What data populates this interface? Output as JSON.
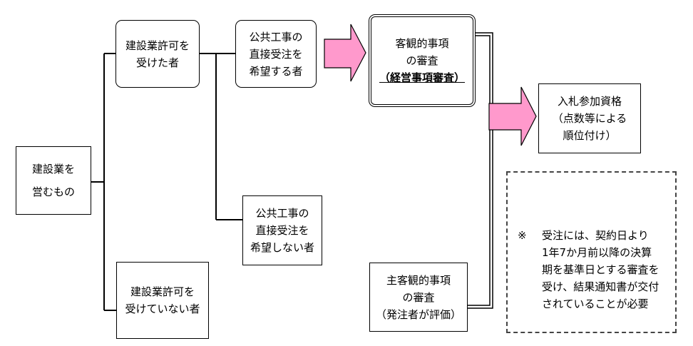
{
  "boxes": {
    "entity": {
      "lines": [
        "建設業を",
        "営むもの"
      ]
    },
    "licensed": {
      "lines": [
        "建設業許可を",
        "受けた者"
      ]
    },
    "unlicensed": {
      "lines": [
        "建設業許可を",
        "受けていない者"
      ]
    },
    "want_public": {
      "lines": [
        "公共工事の",
        "直接受注を",
        "希望する者"
      ]
    },
    "no_public": {
      "lines": [
        "公共工事の",
        "直接受注を",
        "希望しない者"
      ]
    },
    "review": {
      "lines": [
        "客観的事項",
        "の審査"
      ],
      "emphasis": "（経営事項審査）"
    },
    "qualify": {
      "lines": [
        "入札参加資格",
        "（点数等による",
        "順位付け）"
      ]
    },
    "main_review": {
      "lines": [
        "主客観的事項",
        "の審査",
        "（発注者が評価）"
      ]
    }
  },
  "note": {
    "mark": "※",
    "lines": [
      "受注には、契約日より",
      "1年7か月前以降の決算",
      "期を基準日とする審査を",
      "受け、結果通知書が交付",
      "されていることが必要"
    ]
  },
  "colors": {
    "arrow_fill": "#ff99cc",
    "line": "#000000"
  }
}
